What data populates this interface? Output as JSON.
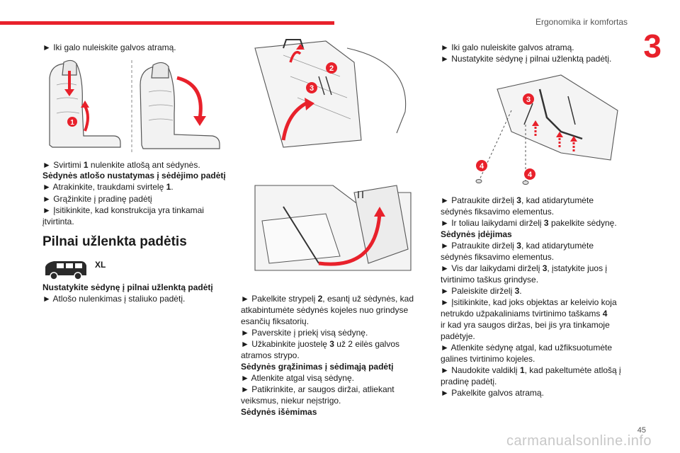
{
  "header": {
    "title": "Ergonomika ir komfortas",
    "chapter": "3",
    "page_number": "45"
  },
  "col1": {
    "intro": "► Iki galo nuleiskite galvos atramą.",
    "fig_label": "1",
    "l1_pre": "► Svirtimi ",
    "l1_num": "1",
    "l1_post": " nulenkite atlošą ant sėdynės.",
    "l2": "Sėdynės atlošo nustatymas į sėdėjimo padėtį",
    "l3_pre": "► Atrakinkite, traukdami svirtelę ",
    "l3_num": "1",
    "l3_post": ".",
    "l4": "► Grąžinkite į pradinę padėtį",
    "l5": "► Įsitikinkite, kad konstrukcija yra tinkamai",
    "l6": "įtvirtinta.",
    "heading": "Pilnai užlenkta padėtis",
    "xl_label": "XL",
    "l7": "Nustatykite sėdynę į pilnai užlenktą padėtį",
    "l8": "► Atlošo nulenkimas į staliuko padėtį."
  },
  "col2": {
    "fig_label_2": "2",
    "fig_label_3": "3",
    "l1_pre": "► Pakelkite strypelį ",
    "l1_num": "2",
    "l1_post": ", esantį už sėdynės, kad",
    "l2": "atkabintumėte sėdynės kojeles nuo grindyse",
    "l3": "esančių fiksatorių.",
    "l4": "► Paverskite į priekį visą sėdynę.",
    "l5_pre": "► Užkabinkite juostelę ",
    "l5_num": "3",
    "l5_post": " už 2 eilės galvos",
    "l6": "atramos strypo.",
    "l7": "Sėdynės grąžinimas į sėdimąją padėtį",
    "l8": "► Atlenkite atgal visą sėdynę.",
    "l9": "► Patikrinkite, ar saugos diržai, atliekant",
    "l10": "veiksmus, niekur neįstrigo.",
    "l11": "Sėdynės išėmimas"
  },
  "col3": {
    "l1": "► Iki galo nuleiskite galvos atramą.",
    "l2": "► Nustatykite sėdynę į pilnai užlenktą padėtį.",
    "fig_label_3": "3",
    "fig_label_4a": "4",
    "fig_label_4b": "4",
    "l3_pre": "► Patraukite dirželį ",
    "l3_num": "3",
    "l3_post": ", kad atidarytumėte",
    "l4": "sėdynės fiksavimo elementus.",
    "l5_pre": "► Ir toliau laikydami dirželį ",
    "l5_num": "3",
    "l5_post": " pakelkite sėdynę.",
    "l6": "Sėdynės įdėjimas",
    "l7_pre": "► Patraukite dirželį ",
    "l7_num": "3",
    "l7_post": ", kad atidarytumėte",
    "l8": "sėdynės fiksavimo elementus.",
    "l9_pre": "► Vis dar laikydami dirželį ",
    "l9_num": "3",
    "l9_post": ", įstatykite juos į",
    "l10": "tvirtinimo taškus grindyse.",
    "l11_pre": "► Paleiskite dirželį ",
    "l11_num": "3",
    "l11_post": ".",
    "l12": "► Įsitikinkite, kad joks objektas ar keleivio koja",
    "l13_pre": "netrukdo užpakaliniams tvirtinimo taškams ",
    "l13_num": "4",
    "l14": "ir kad yra saugos diržas, bei jis yra tinkamoje",
    "l15": "padėtyje.",
    "l16": "► Atlenkite sėdynę atgal, kad užfiksuotumėte",
    "l17": "galines tvirtinimo kojeles.",
    "l18_pre": "► Naudokite valdiklį ",
    "l18_num": "1",
    "l18_post": ", kad pakeltumėte atlošą į",
    "l19": "pradinę padėtį.",
    "l20": "► Pakelkite galvos atramą."
  },
  "watermark": "carmanualsonline.info",
  "colors": {
    "accent": "#e8212b",
    "line": "#555555",
    "fill": "#eeeeee"
  }
}
